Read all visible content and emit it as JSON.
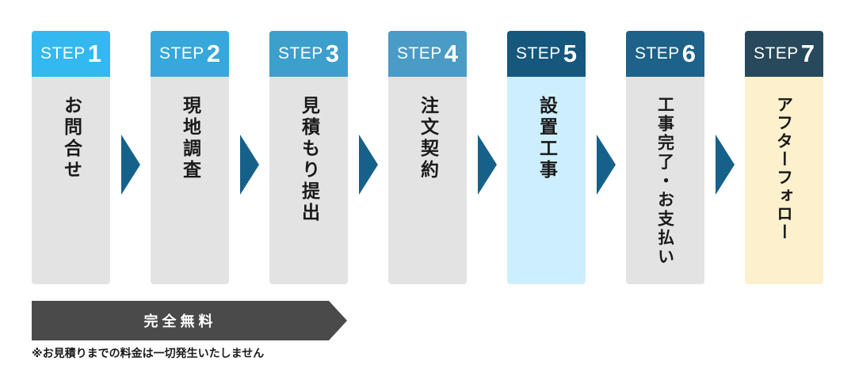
{
  "steps": [
    {
      "word": "STEP",
      "num": "1",
      "label": "お問合せ",
      "head_color": "#33b9f0",
      "body_color": "#e3e3e3"
    },
    {
      "word": "STEP",
      "num": "2",
      "label": "現地調査",
      "head_color": "#37a7dc",
      "body_color": "#e3e3e3"
    },
    {
      "word": "STEP",
      "num": "3",
      "label": "見積もり提出",
      "head_color": "#3d9fcc",
      "body_color": "#e3e3e3"
    },
    {
      "word": "STEP",
      "num": "4",
      "label": "注文契約",
      "head_color": "#4a9bc5",
      "body_color": "#e3e3e3"
    },
    {
      "word": "STEP",
      "num": "5",
      "label": "設置工事",
      "head_color": "#15577d",
      "body_color": "#cdeefc"
    },
    {
      "word": "STEP",
      "num": "6",
      "label": "工事完了・お支払い",
      "head_color": "#1c6289",
      "body_color": "#e3e3e3"
    },
    {
      "word": "STEP",
      "num": "7",
      "label": "アフターフォロー",
      "head_color": "#27495b",
      "body_color": "#fdf0cc"
    }
  ],
  "arrow_color": "#16618a",
  "free_label": "完全無料",
  "free_color": "#4a4a4a",
  "note": "※お見積りまでの料金は一切発生いたしません"
}
